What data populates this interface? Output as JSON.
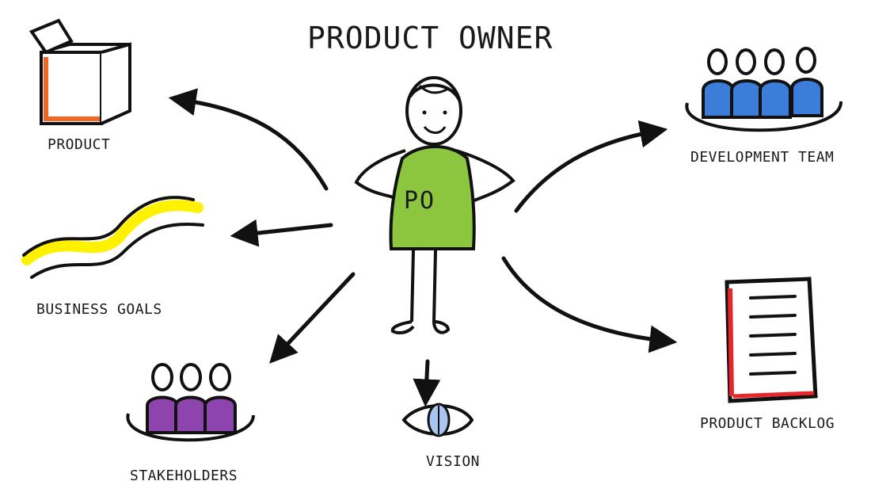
{
  "title": "PRODUCT OWNER",
  "center_label": "PO",
  "nodes": {
    "product": "PRODUCT",
    "business_goals": "BUSINESS GOALS",
    "stakeholders": "STAKEHOLDERS",
    "vision": "VISION",
    "development_team": "DEVELOPMENT TEAM",
    "product_backlog": "PRODUCT BACKLOG"
  },
  "colors": {
    "ink": "#111111",
    "shirt": "#8cc63f",
    "product_box_accent": "#f26522",
    "business_goals_stripe": "#fff200",
    "stakeholders": "#8e44ad",
    "development_team": "#3b7dd8",
    "eye_iris": "#a9c6f0",
    "backlog_accent": "#e8262a"
  },
  "icons": {
    "product": "box-icon",
    "business_goals": "wave-icon",
    "stakeholders": "people-group-icon",
    "vision": "eye-icon",
    "development_team": "team-icon",
    "product_backlog": "document-icon"
  }
}
